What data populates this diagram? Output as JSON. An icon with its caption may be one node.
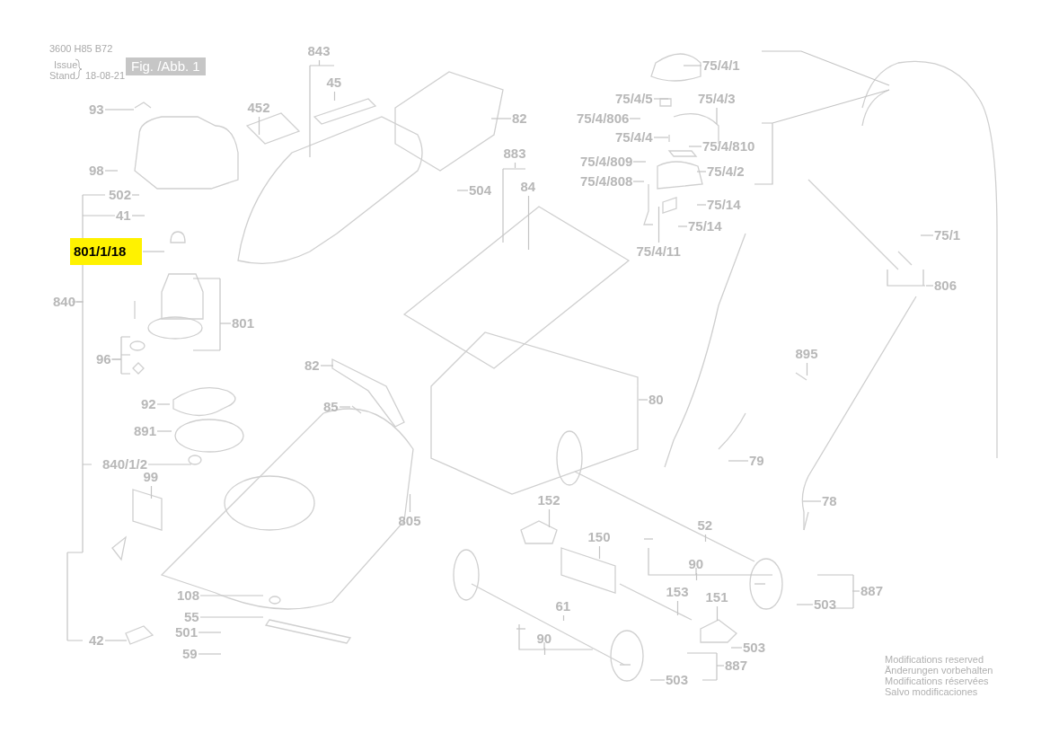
{
  "diagram": {
    "nodes": [
      {
        "text": [
          "93"
        ]
      },
      {
        "text": [
          "98"
        ]
      },
      {
        "text": [
          "452"
        ]
      },
      {
        "text": [
          "843"
        ]
      },
      {
        "text": [
          "45"
        ]
      },
      {
        "text": [
          "82"
        ]
      },
      {
        "text": [
          "504"
        ]
      },
      {
        "text": [
          "502"
        ]
      },
      {
        "text": [
          "41"
        ]
      },
      {
        "text": [
          "801/1/18"
        ]
      },
      {
        "text": [
          "840"
        ]
      },
      {
        "text": [
          "801"
        ]
      },
      {
        "text": [
          "96"
        ]
      },
      {
        "text": [
          "92"
        ]
      },
      {
        "text": [
          "891"
        ]
      },
      {
        "text": [
          "840/1/2"
        ]
      },
      {
        "text": [
          "99"
        ]
      },
      {
        "text": [
          "82"
        ]
      },
      {
        "text": [
          "85"
        ]
      },
      {
        "text": [
          "805"
        ]
      },
      {
        "text": [
          "108"
        ]
      },
      {
        "text": [
          "55"
        ]
      },
      {
        "text": [
          "501"
        ]
      },
      {
        "text": [
          "59"
        ]
      },
      {
        "text": [
          "42"
        ]
      },
      {
        "text": [
          "883"
        ]
      },
      {
        "text": [
          "84"
        ]
      },
      {
        "text": [
          "80"
        ]
      },
      {
        "text": [
          "75/4/1"
        ]
      },
      {
        "text": [
          "75/4/5"
        ]
      },
      {
        "text": [
          "75/4/3"
        ]
      },
      {
        "text": [
          "75/4/806"
        ]
      },
      {
        "text": [
          "75/4/4"
        ]
      },
      {
        "text": [
          "75/4/810"
        ]
      },
      {
        "text": [
          "75/4/809"
        ]
      },
      {
        "text": [
          "75/4/2"
        ]
      },
      {
        "text": [
          "75/4/808"
        ]
      },
      {
        "text": [
          "75/14"
        ]
      },
      {
        "text": [
          "75/14"
        ]
      },
      {
        "text": [
          "75/4/11"
        ]
      },
      {
        "text": [
          "75/1"
        ]
      },
      {
        "text": [
          "806"
        ]
      },
      {
        "text": [
          "895"
        ]
      },
      {
        "text": [
          "79"
        ]
      },
      {
        "text": [
          "78"
        ]
      },
      {
        "text": [
          "152"
        ]
      },
      {
        "text": [
          "52"
        ]
      },
      {
        "text": [
          "150"
        ]
      },
      {
        "text": [
          "90"
        ]
      },
      {
        "text": [
          "887"
        ]
      },
      {
        "text": [
          "503"
        ]
      },
      {
        "text": [
          "153"
        ]
      },
      {
        "text": [
          "151"
        ]
      },
      {
        "text": [
          "503"
        ]
      },
      {
        "text": [
          "61"
        ]
      },
      {
        "text": [
          "90"
        ]
      },
      {
        "text": [
          "887"
        ]
      },
      {
        "text": [
          "503"
        ]
      }
    ],
    "edges": [
      {
        "from": 0,
        "to": null,
        "arrow": "none"
      },
      {
        "from": 1,
        "to": null,
        "arrow": "none"
      },
      {
        "from": 2,
        "to": null,
        "arrow": "none"
      },
      {
        "from": 3,
        "to": null,
        "arrow": "none"
      },
      {
        "from": 4,
        "to": null,
        "arrow": "none"
      },
      {
        "from": 5,
        "to": null,
        "arrow": "none"
      },
      {
        "from": 6,
        "to": null,
        "arrow": "none"
      },
      {
        "from": 7,
        "to": null,
        "arrow": "none"
      },
      {
        "from": 8,
        "to": null,
        "arrow": "none"
      },
      {
        "from": 9,
        "to": null,
        "arrow": "none"
      },
      {
        "from": 10,
        "to": null,
        "arrow": "none"
      },
      {
        "from": 11,
        "to": null,
        "arrow": "none"
      },
      {
        "from": 12,
        "to": null,
        "arrow": "none"
      },
      {
        "from": 13,
        "to": null,
        "arrow": "none"
      },
      {
        "from": 14,
        "to": null,
        "arrow": "none"
      },
      {
        "from": 15,
        "to": null,
        "arrow": "none"
      },
      {
        "from": 16,
        "to": null,
        "arrow": "none"
      },
      {
        "from": 17,
        "to": null,
        "arrow": "none"
      },
      {
        "from": 18,
        "to": null,
        "arrow": "none"
      },
      {
        "from": 19,
        "to": null,
        "arrow": "none"
      },
      {
        "from": 20,
        "to": null,
        "arrow": "none"
      },
      {
        "from": 21,
        "to": null,
        "arrow": "none"
      },
      {
        "from": 22,
        "to": null,
        "arrow": "none"
      },
      {
        "from": 23,
        "to": null,
        "arrow": "none"
      },
      {
        "from": 24,
        "to": null,
        "arrow": "none"
      },
      {
        "from": 25,
        "to": null,
        "arrow": "none"
      },
      {
        "from": 26,
        "to": null,
        "arrow": "none"
      },
      {
        "from": 27,
        "to": null,
        "arrow": "none"
      },
      {
        "from": 28,
        "to": null,
        "arrow": "none"
      },
      {
        "from": 29,
        "to": null,
        "arrow": "none"
      },
      {
        "from": 30,
        "to": null,
        "arrow": "none"
      },
      {
        "from": 31,
        "to": null,
        "arrow": "none"
      },
      {
        "from": 32,
        "to": null,
        "arrow": "none"
      },
      {
        "from": 33,
        "to": null,
        "arrow": "none"
      },
      {
        "from": 34,
        "to": null,
        "arrow": "none"
      },
      {
        "from": 35,
        "to": null,
        "arrow": "none"
      },
      {
        "from": 36,
        "to": null,
        "arrow": "none"
      },
      {
        "from": 37,
        "to": null,
        "arrow": "none"
      },
      {
        "from": 38,
        "to": null,
        "arrow": "none"
      },
      {
        "from": 39,
        "to": null,
        "arrow": "none"
      },
      {
        "from": 40,
        "to": null,
        "arrow": "none"
      },
      {
        "from": 41,
        "to": null,
        "arrow": "none"
      },
      {
        "from": 42,
        "to": null,
        "arrow": "none"
      },
      {
        "from": 43,
        "to": null,
        "arrow": "none"
      },
      {
        "from": 44,
        "to": null,
        "arrow": "none"
      },
      {
        "from": 45,
        "to": null,
        "arrow": "none"
      },
      {
        "from": 46,
        "to": null,
        "arrow": "none"
      },
      {
        "from": 47,
        "to": null,
        "arrow": "none"
      },
      {
        "from": 48,
        "to": null,
        "arrow": "none"
      },
      {
        "from": 49,
        "to": null,
        "arrow": "none"
      },
      {
        "from": 50,
        "to": null,
        "arrow": "none"
      },
      {
        "from": 51,
        "to": null,
        "arrow": "none"
      },
      {
        "from": 52,
        "to": null,
        "arrow": "none"
      },
      {
        "from": 53,
        "to": null,
        "arrow": "none"
      },
      {
        "from": 54,
        "to": null,
        "arrow": "none"
      },
      {
        "from": 55,
        "to": null,
        "arrow": "none"
      },
      {
        "from": 56,
        "to": null,
        "arrow": "none"
      },
      {
        "from": 57,
        "to": null,
        "arrow": "none"
      }
    ],
    "labels": [
      "3600 H85 B72",
      "Issue",
      "Stand",
      "18-08-21",
      "Fig. /Abb. 1",
      "Modifications reserved",
      "Änderungen vorbehalten",
      "Modifications réservées",
      "Salvo modificaciones"
    ]
  }
}
